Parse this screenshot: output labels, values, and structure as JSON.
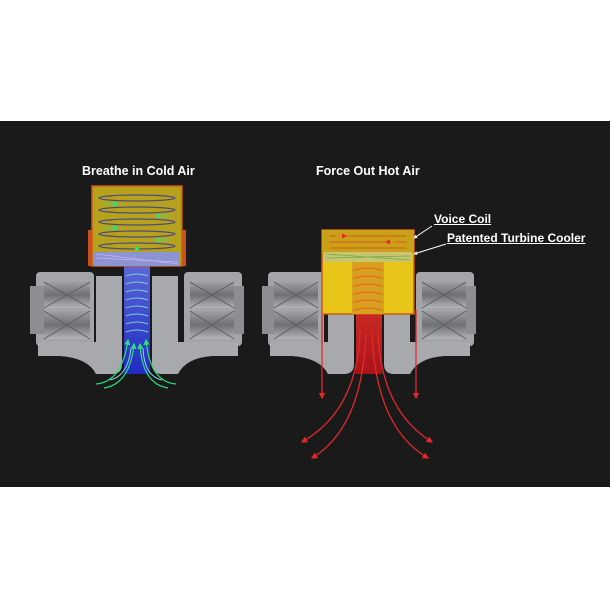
{
  "panels": {
    "left": {
      "title": "Breathe in Cold Air"
    },
    "right": {
      "title": "Force Out Hot Air"
    }
  },
  "callouts": {
    "voice_coil": "Voice Coil",
    "turbine_cooler": "Patented Turbine Cooler"
  },
  "colors": {
    "background": "#1a1a1a",
    "metal": "#a7a8ac",
    "coil_yellow": "#b8a11c",
    "coil_hot": "#e7c519",
    "cold_air": "#2a3cd8",
    "cold_flow": "#2ee07a",
    "hot_air": "#d1221e",
    "coil_border": "#d05a14"
  }
}
